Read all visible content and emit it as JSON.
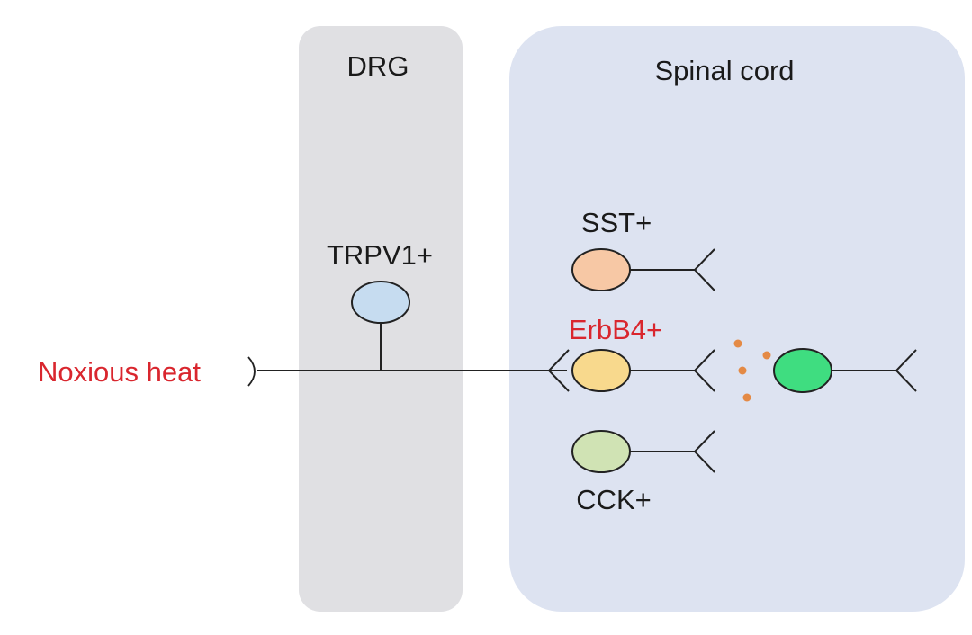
{
  "panels": {
    "drg": {
      "title": "DRG"
    },
    "spinal_cord": {
      "title": "Spinal cord"
    }
  },
  "stimulus": {
    "label": "Noxious heat"
  },
  "neurons": {
    "trpv1": {
      "label": "TRPV1+",
      "color": "#c6dcf0"
    },
    "sst": {
      "label": "SST+",
      "color": "#f7c8a5"
    },
    "erbb4": {
      "label": "ErbB4+",
      "color": "#f8d98d"
    },
    "cck": {
      "label": "CCK+",
      "color": "#d0e3b4"
    },
    "target": {
      "color": "#3fdd80"
    }
  },
  "colors": {
    "drg_panel": "#e0e0e3",
    "spinal_panel": "#dde3f1",
    "stimulus_text": "#d9262e",
    "erbb4_text": "#d9262e",
    "transmitter_dots": "#e48a45",
    "lines": "#222222",
    "text": "#1a1a1a"
  }
}
